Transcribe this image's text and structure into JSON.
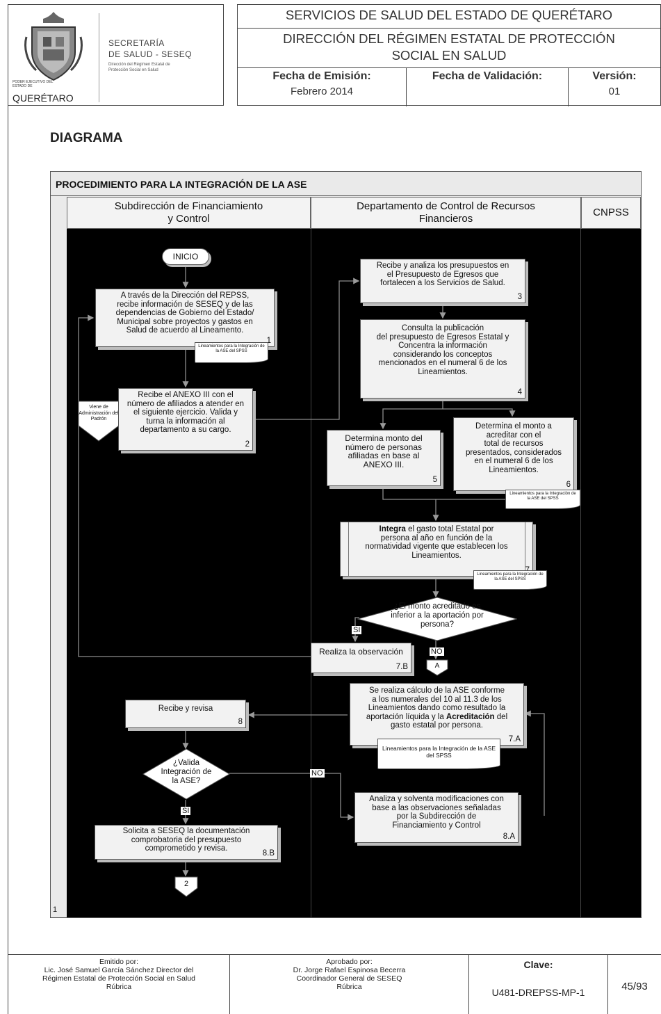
{
  "header": {
    "logo": {
      "org_small": "PODER EJECUTIVO DEL ESTADO DE",
      "state": "QUERÉTARO",
      "secretaria_line1": "SECRETARÍA",
      "secretaria_line2": "DE SALUD - SESEQ",
      "small_line1": "Dirección del Régimen Estatal de",
      "small_line2": "Protección Social en Salud"
    },
    "title": "SERVICIOS DE SALUD DEL ESTADO DE QUERÉTARO",
    "subtitle_line1": "DIRECCIÓN DEL RÉGIMEN ESTATAL DE PROTECCIÓN",
    "subtitle_line2": "SOCIAL EN SALUD",
    "emision_label": "Fecha de Emisión:",
    "emision_value": "Febrero 2014",
    "validacion_label": "Fecha de Validación:",
    "validacion_value": "",
    "version_label": "Versión:",
    "version_value": "01"
  },
  "section_title": "DIAGRAMA",
  "diagram": {
    "title": "PROCEDIMIENTO PARA LA INTEGRACIÓN DE LA ASE",
    "lanes": [
      {
        "line1": "Subdirección de Financiamiento",
        "line2": "y Control"
      },
      {
        "line1": "Departamento de Control de Recursos",
        "line2": "Financieros"
      },
      {
        "line1": "CNPSS",
        "line2": ""
      }
    ],
    "side_marker": "1",
    "inicio": "INICIO",
    "step1": {
      "l1": "A través de la Dirección del REPSS,",
      "l2": "recibe información de SESEQ y de las",
      "l3": "dependencias de Gobierno del Estado/",
      "l4": "Municipal sobre proyectos y gastos en",
      "l5": "Salud de acuerdo al Lineamento.",
      "num": "1"
    },
    "doc1": "Lineamientos para la Integración de la ASE del SPSS",
    "connector_viene": "Viene de Administración del Padrón",
    "step2": {
      "l1": "Recibe el ANEXO III con el",
      "l2": "número de afiliados a atender en",
      "l3": "el siguiente ejercicio. Valida y",
      "l4": "turna la información al",
      "l5": "departamento a su cargo.",
      "num": "2"
    },
    "step3": {
      "l1": "Recibe y analiza los presupuestos en",
      "l2": "el Presupuesto de Egresos que",
      "l3": "fortalecen a los Servicios de Salud.",
      "num": "3"
    },
    "step4": {
      "l1": "Consulta la publicación",
      "l2": "del presupuesto de Egresos Estatal y",
      "l3": "Concentra la información",
      "l4": "considerando los conceptos",
      "l5": "mencionados en el numeral 6 de los",
      "l6": "Lineamientos.",
      "num": "4"
    },
    "step5": {
      "l1": "Determina monto del",
      "l2": "número de personas",
      "l3": "afiliadas en base al",
      "l4": "ANEXO III.",
      "num": "5"
    },
    "step6": {
      "l1": "Determina el monto a",
      "l2": "acreditar con el",
      "l3": "total de recursos",
      "l4": "presentados, considerados",
      "l5": "en el numeral 6 de los",
      "l6": "Lineamientos.",
      "num": "6"
    },
    "doc6": "Lineamientos para la Integración de la ASE del SPSS",
    "step7": {
      "l1_bold": "Integra",
      "l1_rest": " el gasto total Estatal por",
      "l2": "persona al año en función de la",
      "l3": "normatividad vigente que establecen los",
      "l4": "Lineamientos.",
      "num": "7"
    },
    "doc7": "Lineamientos para la Integración de la ASE del SPSS",
    "decision1": {
      "l1": "¿El monto acreditado es",
      "l2": "inferior a la aportación por",
      "l3": "persona?"
    },
    "si_label": "SI",
    "no_label": "NO",
    "step7b": {
      "l1": "Realiza la observación",
      "num": "7.B"
    },
    "connector_a": "A",
    "step7a": {
      "l1": "Se realiza cálculo de la ASE conforme",
      "l2": "a los numerales del 10 al 11.3 de los",
      "l3": "Lineamientos dando como resultado la",
      "l4_pre": "aportación líquida y la ",
      "l4_bold": "Acreditación",
      "l4_post": " del",
      "l5": "gasto estatal por persona.",
      "num": "7.A"
    },
    "doc7a": "Lineamientos para la Integración de la ASE del SPSS",
    "step8": {
      "l1": "Recibe y revisa",
      "num": "8"
    },
    "decision2": {
      "l1": "¿Valida",
      "l2": "Integración de",
      "l3": "la ASE?"
    },
    "step8a": {
      "l1": "Analiza y solventa modificaciones con",
      "l2": "base a las observaciones señaladas",
      "l3": "por la Subdirección de",
      "l4": "Financiamiento y Control",
      "num": "8.A"
    },
    "step8b": {
      "l1": "Solicita a SESEQ la documentación",
      "l2": "comprobatoria del presupuesto",
      "l3": "comprometido y revisa.",
      "num": "8.B"
    },
    "connector_2": "2"
  },
  "footer": {
    "emitido_label": "Emitido por:",
    "emitido_l1": "Lic. José Samuel García Sánchez Director del",
    "emitido_l2": "Régimen Estatal de Protección Social en Salud",
    "emitido_l3": "Rúbrica",
    "aprobado_label": "Aprobado por:",
    "aprobado_l1": "Dr. Jorge Rafael Espinosa Becerra",
    "aprobado_l2": "Coordinador General de SESEQ",
    "aprobado_l3": "Rúbrica",
    "clave_label": "Clave:",
    "clave_value": "U481-DREPSS-MP-1",
    "page": "45/93"
  }
}
